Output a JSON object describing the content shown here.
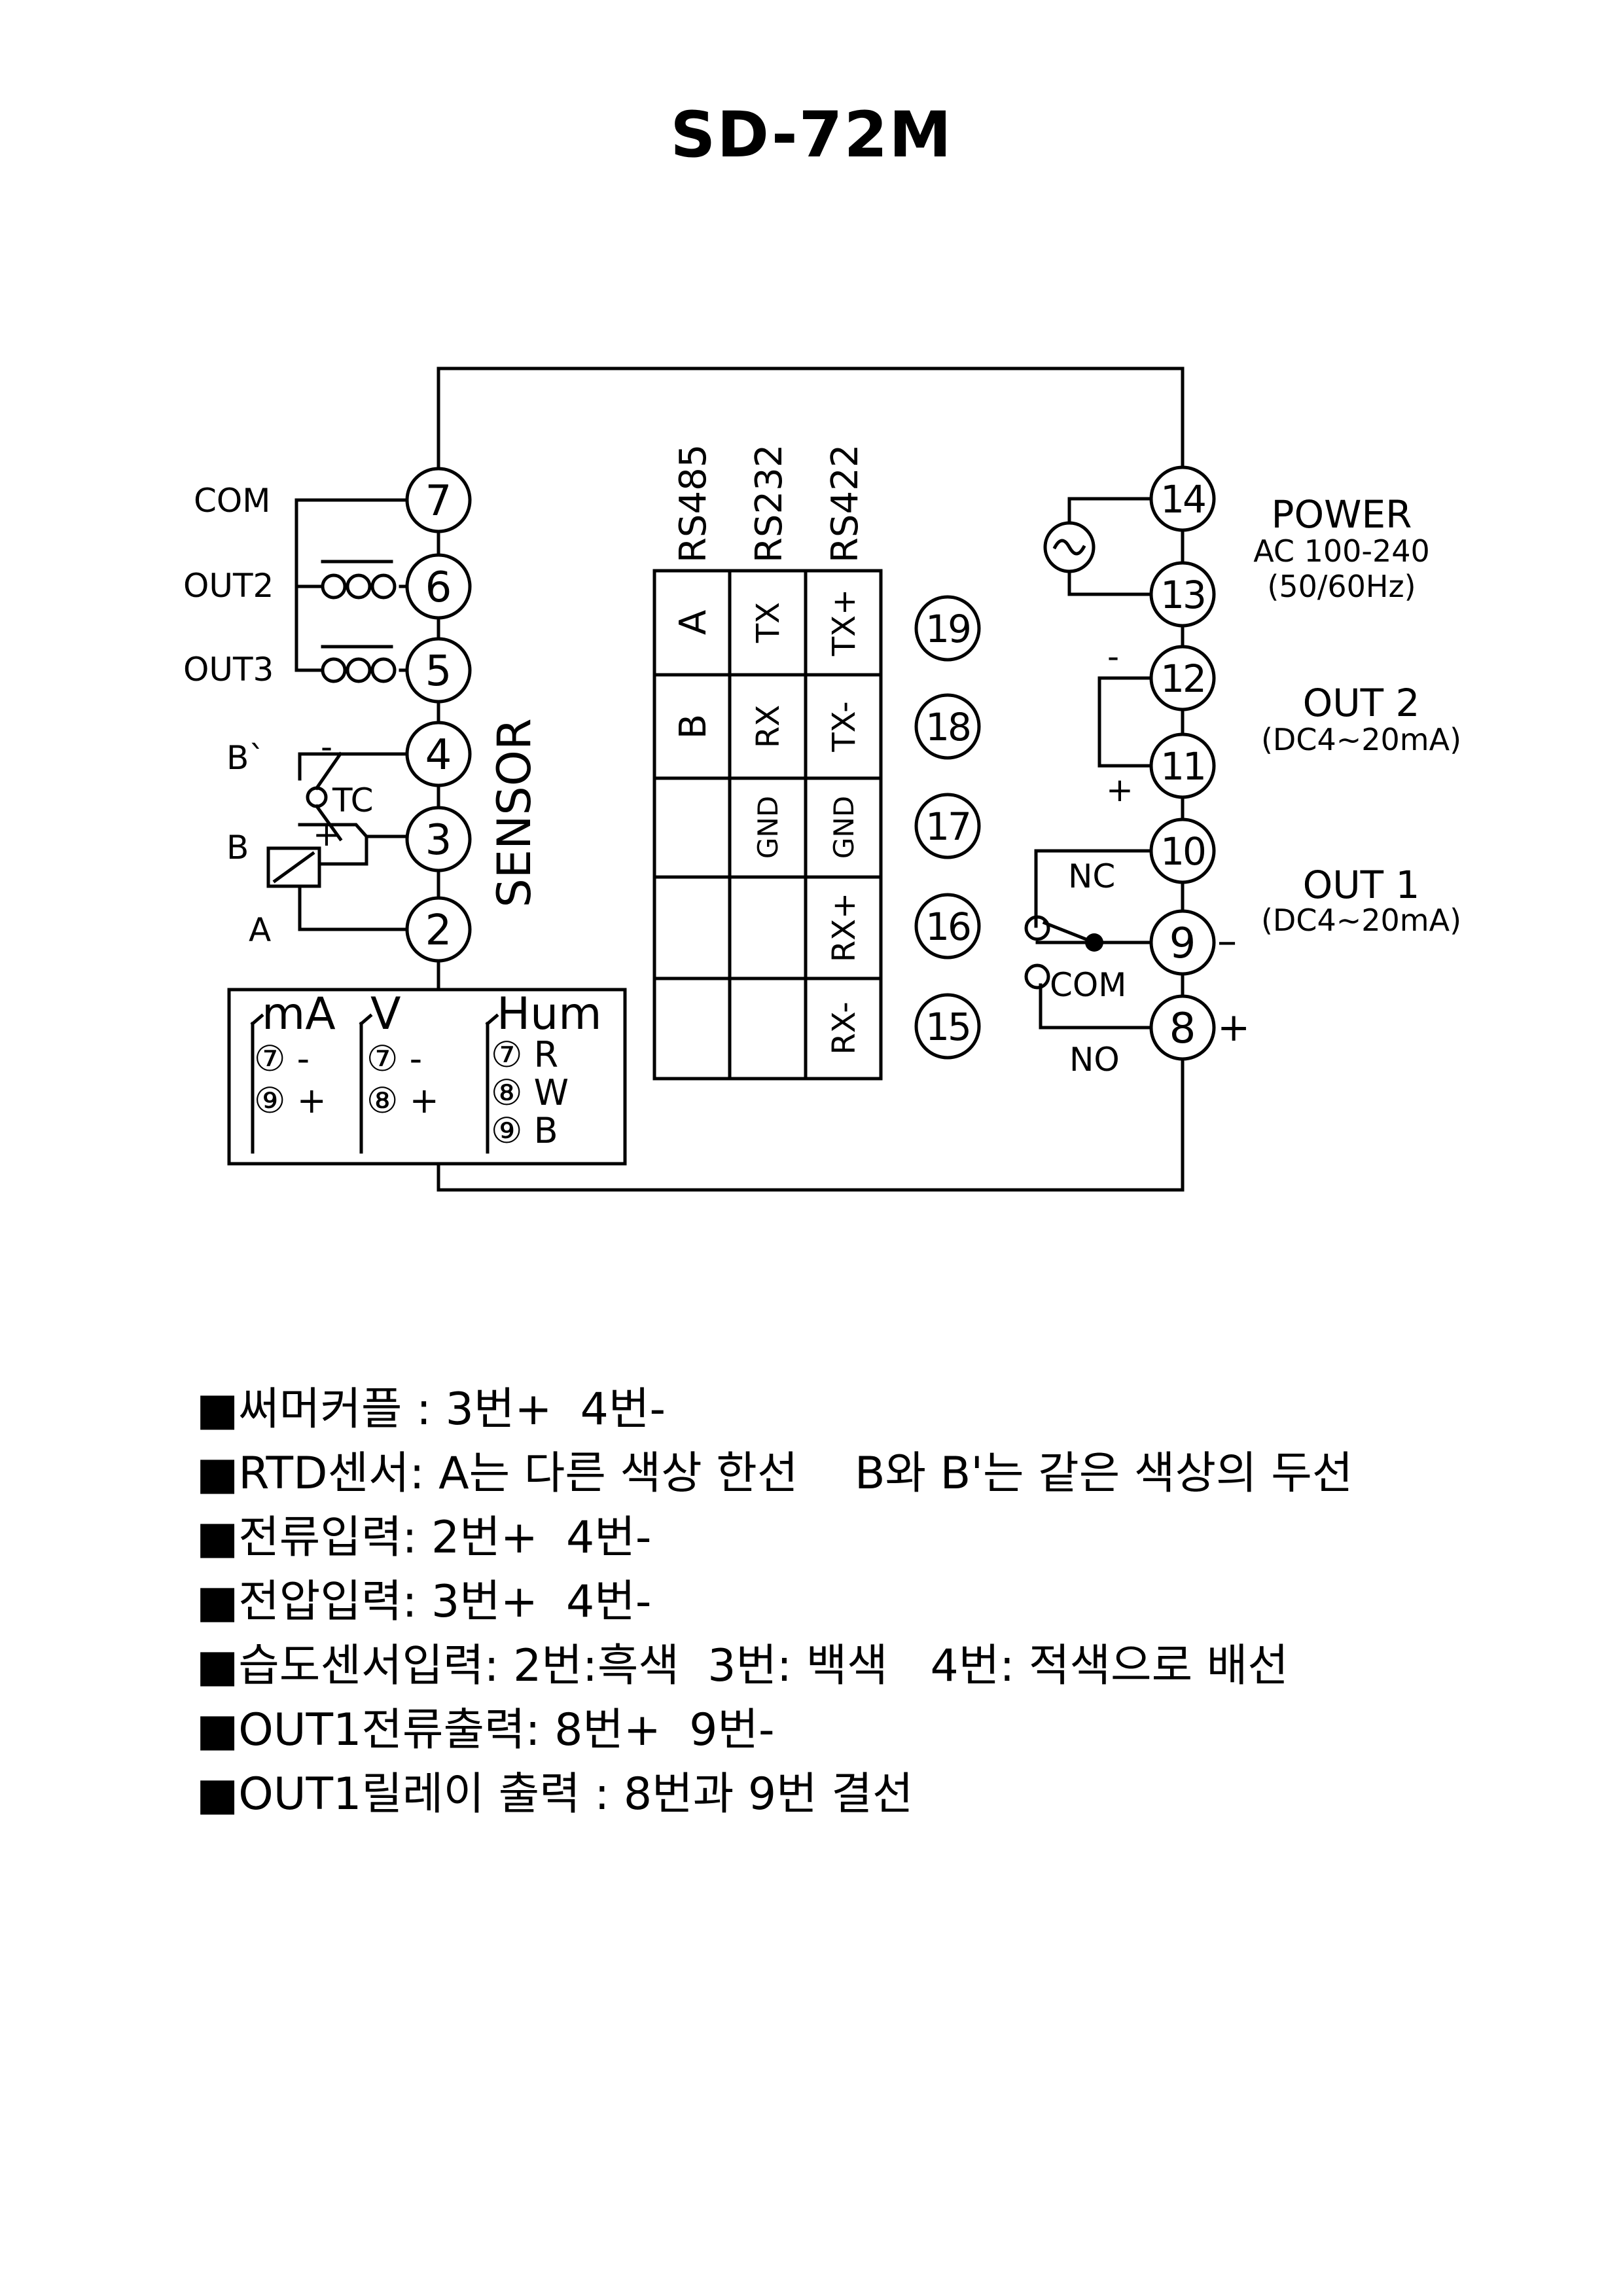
{
  "title": "SD-72M",
  "terminals": {
    "t7": "7",
    "t6": "6",
    "t5": "5",
    "t4": "4",
    "t3": "3",
    "t2": "2",
    "t14": "14",
    "t13": "13",
    "t12": "12",
    "t11": "11",
    "t10": "10",
    "t9": "9",
    "t8": "8",
    "t19": "19",
    "t18": "18",
    "t17": "17",
    "t16": "16",
    "t15": "15"
  },
  "left": {
    "com": "COM",
    "out2": "OUT2",
    "out3": "OUT3",
    "b_prime": "B`",
    "b": "B",
    "a": "A",
    "tc": "TC",
    "tc_minus": "-",
    "tc_plus": "+",
    "sensor": "SENSOR"
  },
  "input_box": {
    "ma_title": "mA",
    "ma_row1": "⑦ -",
    "ma_row2": "⑨ +",
    "v_title": "V",
    "v_row1": "⑦ -",
    "v_row2": "⑧ +",
    "hum_title": "Hum",
    "hum_row1": "⑦ R",
    "hum_row2": "⑧ W",
    "hum_row3": "⑨ B"
  },
  "comm_table": {
    "headers": [
      "RS485",
      "RS232",
      "RS422"
    ],
    "rows": [
      [
        "A",
        "TX",
        "TX+"
      ],
      [
        "B",
        "RX",
        "TX-"
      ],
      [
        "",
        "GND",
        "GND"
      ],
      [
        "",
        "",
        "RX+"
      ],
      [
        "",
        "",
        "RX-"
      ]
    ]
  },
  "right": {
    "power": "POWER",
    "power_ac": "AC 100-240",
    "power_hz": "(50/60Hz)",
    "out2": "OUT 2",
    "out2_range": "(DC4~20mA)",
    "out1": "OUT 1",
    "out1_range": "(DC4~20mA)",
    "out2_minus": "-",
    "out2_plus": "+",
    "nc": "NC",
    "com": "COM",
    "no": "NO",
    "pin9_sign": "–",
    "pin8_sign": "+"
  },
  "notes": [
    "■써머커플 : 3번+  4번-",
    "■RTD센서: A는 다른 색상 한선    B와 B'는 같은 색상의 두선",
    "■전류입력: 2번+  4번-",
    "■전압입력: 3번+  4번-",
    "■습도센서입력: 2번:흑색  3번: 백색   4번: 적색으로 배선",
    "■OUT1전류출력: 8번+  9번-",
    "■OUT1릴레이 출력 : 8번과 9번 결선"
  ]
}
